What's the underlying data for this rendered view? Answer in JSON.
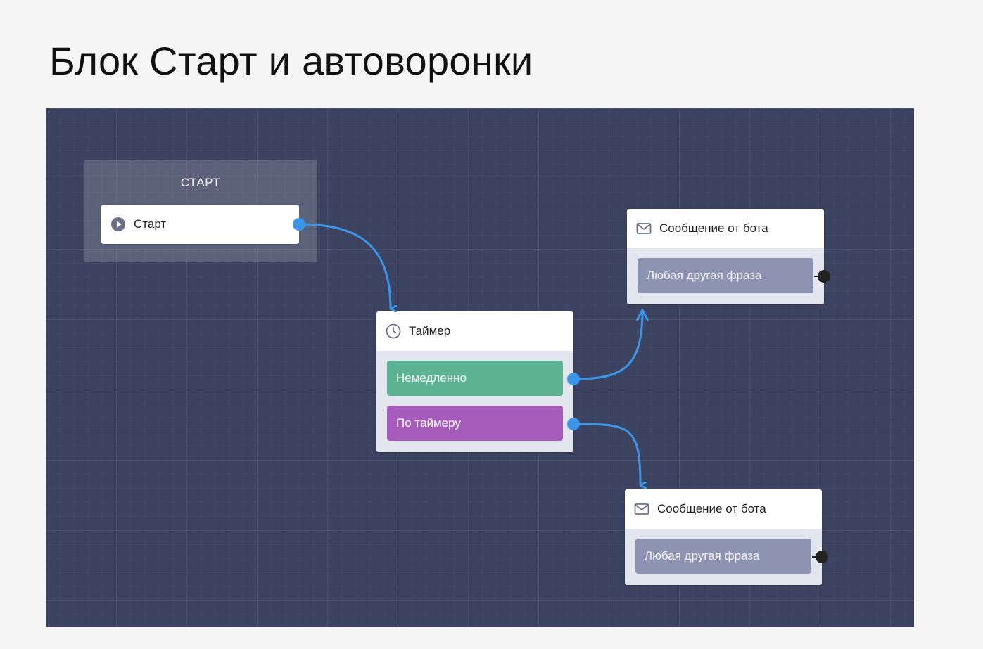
{
  "page": {
    "title": "Блок Старт и автоворонки"
  },
  "colors": {
    "canvas": "#3b4360",
    "wire": "#3d95e8",
    "branch_immediate": "#5bb394",
    "branch_timer": "#a45bb9",
    "branch_phrase": "#8e93b1"
  },
  "start_group": {
    "title": "СТАРТ",
    "node": {
      "icon": "play-icon",
      "label": "Старт"
    }
  },
  "timer_node": {
    "icon": "clock-icon",
    "title": "Таймер",
    "branches": [
      {
        "label": "Немедленно"
      },
      {
        "label": "По таймеру"
      }
    ]
  },
  "message_nodes": [
    {
      "icon": "envelope-icon",
      "title": "Сообщение от бота",
      "branch": {
        "label": "Любая другая фраза"
      }
    },
    {
      "icon": "envelope-icon",
      "title": "Сообщение от бота",
      "branch": {
        "label": "Любая другая фраза"
      }
    }
  ]
}
